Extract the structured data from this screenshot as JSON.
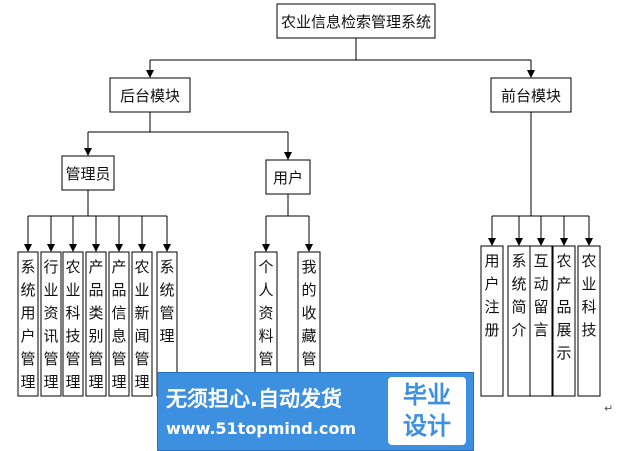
{
  "root": "农业信息检索管理系统",
  "modules": {
    "backend": "后台模块",
    "frontend": "前台模块"
  },
  "roles": {
    "admin": "管理员",
    "user": "用户"
  },
  "admin_items": [
    "系统用户管理",
    "行业资讯管理",
    "农业科技管理",
    "产品类别管理",
    "产品信息管理",
    "农业新闻管理",
    "系统管理"
  ],
  "user_items": [
    "个人资料管理",
    "我的收藏管理"
  ],
  "frontend_items": [
    "用户注册",
    "系统简介",
    "互动留言",
    "农产品展示",
    "农业科技"
  ],
  "watermark": {
    "line1": "无须担心.自动发货",
    "line2": "www.51topmind.com",
    "badge_line1": "毕业",
    "badge_line2": "设计"
  },
  "colors": {
    "line": "#000000",
    "box_border": "#000000",
    "watermark_bg": "#3d8fe0"
  }
}
